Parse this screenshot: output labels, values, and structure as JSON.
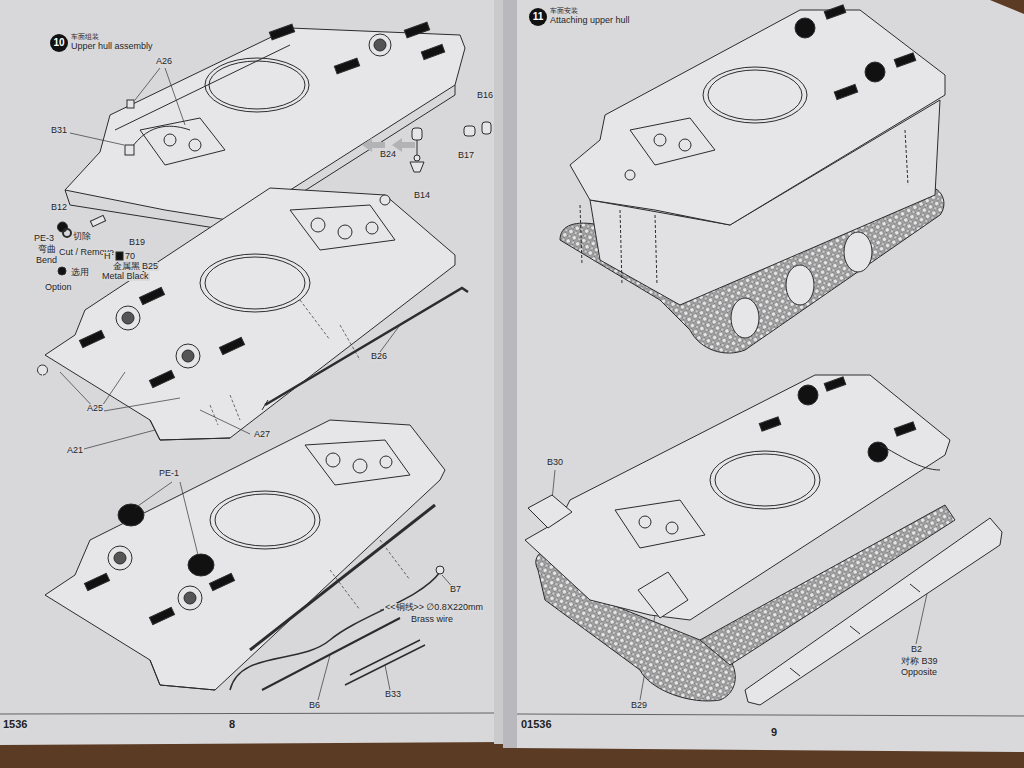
{
  "diagram": {
    "nodes": [
      {
        "text": [
          "10",
          "车面组装",
          "Upper hull assembly"
        ]
      },
      {
        "text": [
          "11",
          "车面安装",
          "Attaching upper hull"
        ]
      }
    ],
    "labels": [
      "A26",
      "B31",
      "B16",
      "B24",
      "B17",
      "B14",
      "B12",
      "PE-3",
      "弯曲",
      "Bend",
      "切除",
      "Cut / Remove",
      "选用",
      "Option",
      "B19",
      "H",
      "70",
      "金属黑",
      "Metal Black",
      "B25",
      "B26",
      "A25",
      "A27",
      "A21",
      "PE-1",
      "B7",
      "<<铜线>> ∅0.8X220mm",
      "Brass wire",
      "B6",
      "B33",
      "B30",
      "B29",
      "B2",
      "对称 B39",
      "Opposite",
      "1536",
      "8",
      "01536",
      "9"
    ]
  }
}
